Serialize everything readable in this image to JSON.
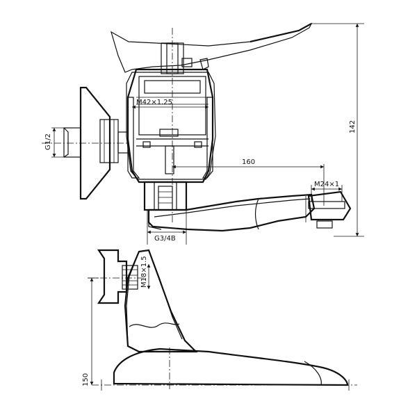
{
  "drawing": {
    "colors": {
      "ink": "#111111",
      "paper": "#ffffff"
    },
    "dimensions": {
      "height_overall": "142",
      "spout_reach": "160",
      "inlet_thread": "G1/2",
      "cartridge_thread": "M42×1.25",
      "outlet_thread": "G3/4B",
      "aerator_thread": "M24×1",
      "adapter_thread": "M18×1.5",
      "base_height": "150"
    }
  }
}
